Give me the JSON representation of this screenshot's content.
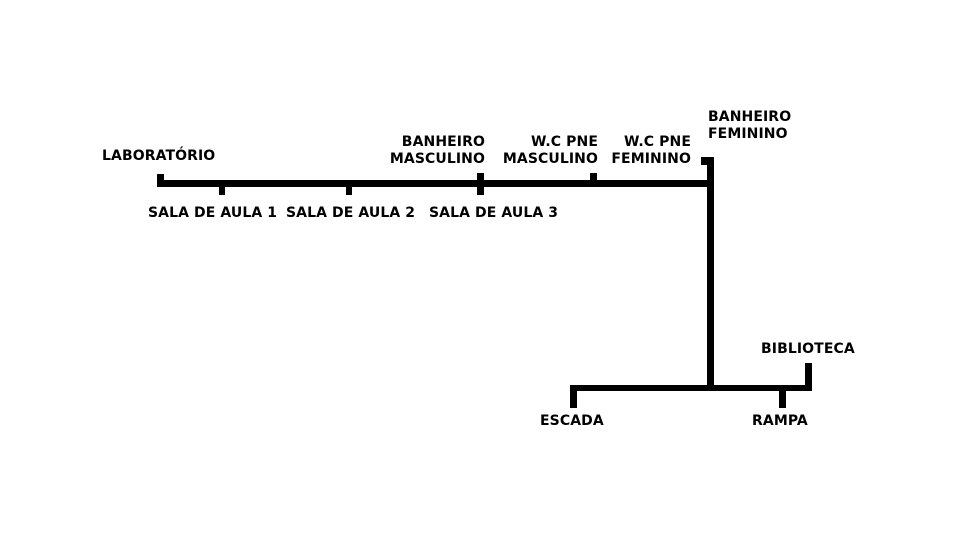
{
  "diagram": {
    "ink_color": "#000000",
    "background_color": "#ffffff",
    "labels": {
      "laboratorio": "LABORATÓRIO",
      "sala1": "SALA DE AULA 1",
      "sala2": "SALA DE AULA 2",
      "sala3": "SALA DE AULA 3",
      "banheiro_masc_1": "BANHEIRO",
      "banheiro_masc_2": "MASCULINO",
      "wc_pne_masc_1": "W.C PNE",
      "wc_pne_masc_2": "MASCULINO",
      "wc_pne_fem_1": "W.C PNE",
      "wc_pne_fem_2": "FEMININO",
      "banheiro_fem_1": "BANHEIRO",
      "banheiro_fem_2": "FEMININO",
      "biblioteca": "BIBLIOTECA",
      "escada": "ESCADA",
      "rampa": "RAMPA"
    }
  }
}
